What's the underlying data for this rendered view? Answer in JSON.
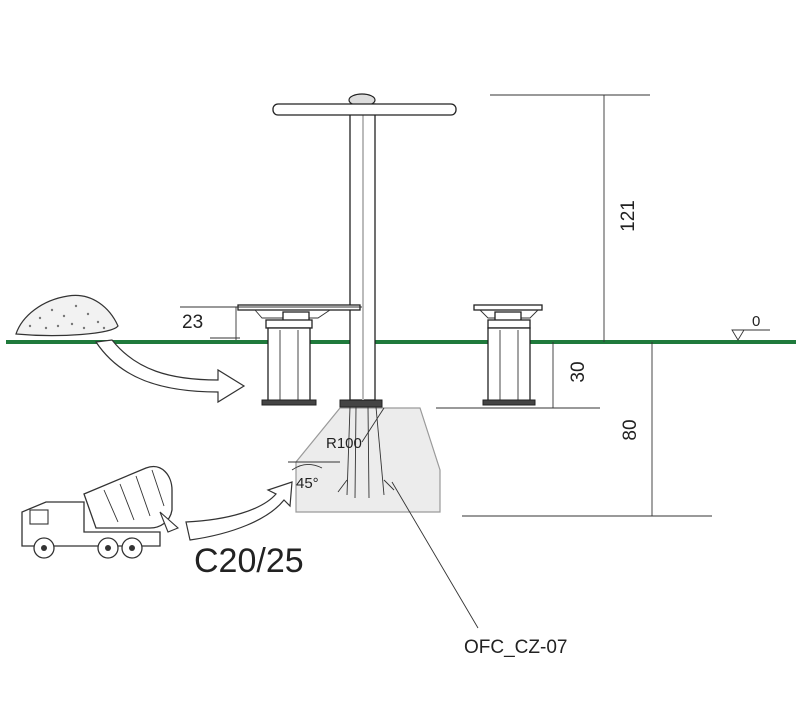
{
  "dimensions": {
    "pole_height_above_ground": "121",
    "platform_height": "23",
    "level_mark": "0",
    "post_embed_depth": "30",
    "foundation_depth": "80"
  },
  "foundation": {
    "radius_label": "R100",
    "angle_label": "45°",
    "concrete_grade": "C20/25",
    "product_code": "OFC_CZ-07"
  },
  "colors": {
    "ground_line": "#1f7a3c",
    "foundation_fill": "#ececec",
    "line": "#222222"
  },
  "icons": [
    "soil-pile-icon",
    "concrete-mixer-truck-icon",
    "arrow-icon"
  ]
}
